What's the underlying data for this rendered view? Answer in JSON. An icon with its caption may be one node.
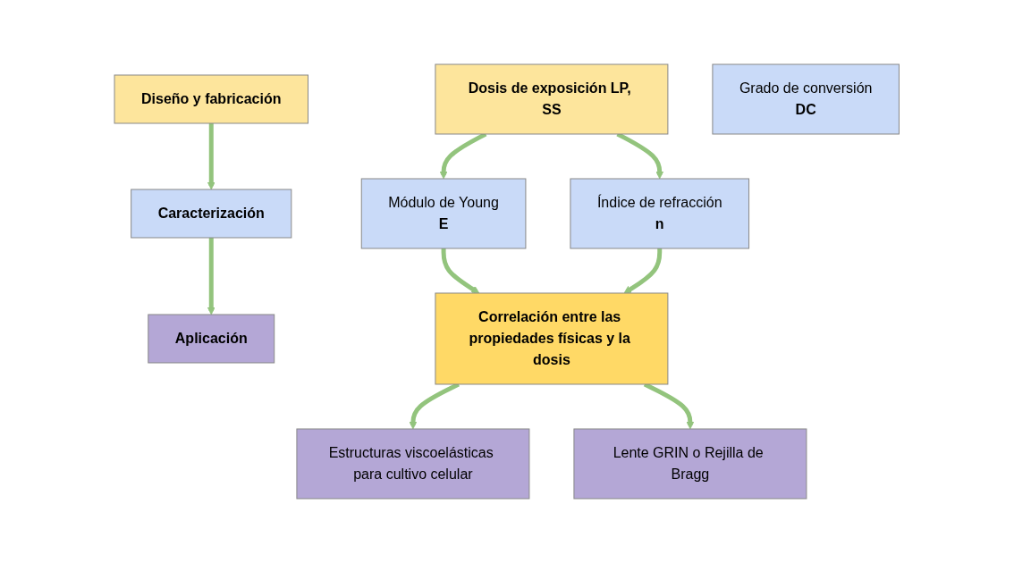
{
  "diagram": {
    "nodes": [
      {
        "text": [
          "Diseño y fabricación"
        ]
      },
      {
        "text": [
          "Caracterización"
        ]
      },
      {
        "text": [
          "Aplicación"
        ]
      },
      {
        "text": [
          "Dosis de exposición LP, SS"
        ]
      },
      {
        "text": [
          "Módulo de Young",
          "E"
        ]
      },
      {
        "text": [
          "Grado de conversión",
          "DC"
        ]
      },
      {
        "text": [
          "Índice de refracción",
          "n"
        ]
      },
      {
        "text": [
          "Correlación entre las propiedades físicas y la dosis"
        ]
      },
      {
        "text": [
          "Estructuras viscoelásticas para cultivo celular"
        ]
      },
      {
        "text": [
          "Lente GRIN o Rejilla de Bragg"
        ]
      }
    ],
    "edges": [
      {
        "from": 0,
        "to": 1,
        "arrow": "to"
      },
      {
        "from": 1,
        "to": 2,
        "arrow": "to"
      },
      {
        "from": 3,
        "to": 4,
        "arrow": "to"
      },
      {
        "from": 3,
        "to": 6,
        "arrow": "to"
      },
      {
        "from": 4,
        "to": 7,
        "arrow": "to"
      },
      {
        "from": 6,
        "to": 7,
        "arrow": "to"
      },
      {
        "from": 7,
        "to": 8,
        "arrow": "to"
      },
      {
        "from": 7,
        "to": 9,
        "arrow": "to"
      }
    ]
  }
}
